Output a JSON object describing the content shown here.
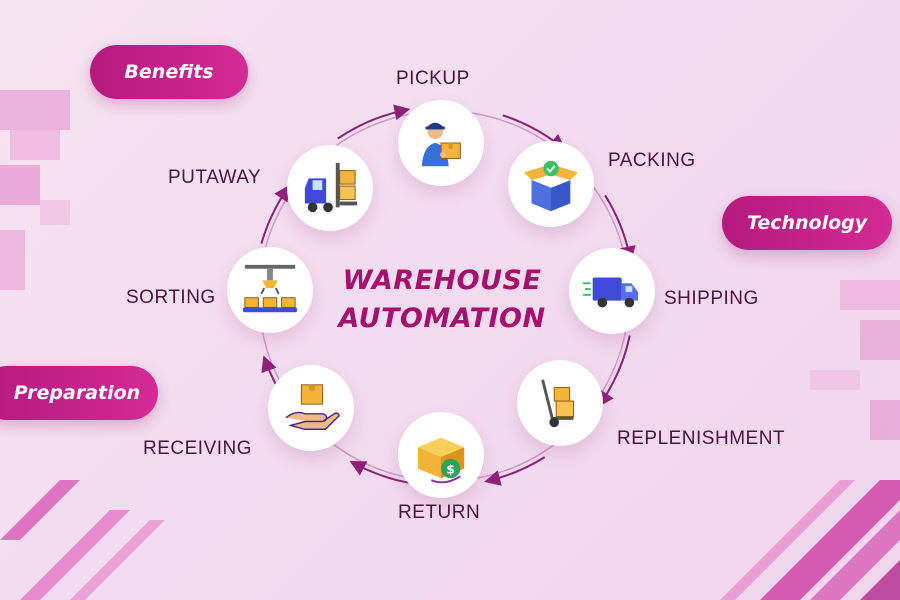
{
  "title": {
    "line1": "WAREHOUSE",
    "line2": "AUTOMATION"
  },
  "pills": {
    "benefits": "Benefits",
    "technology": "Technology",
    "preparation": "Preparation"
  },
  "steps": [
    {
      "label": "PICKUP",
      "icon": "worker-carrying-box-icon"
    },
    {
      "label": "PACKING",
      "icon": "open-box-check-icon"
    },
    {
      "label": "SHIPPING",
      "icon": "delivery-truck-icon"
    },
    {
      "label": "REPLENISHMENT",
      "icon": "hand-truck-icon"
    },
    {
      "label": "RETURN",
      "icon": "box-dollar-return-icon"
    },
    {
      "label": "RECEIVING",
      "icon": "hand-receiving-box-icon"
    },
    {
      "label": "SORTING",
      "icon": "robotic-arm-conveyor-icon"
    },
    {
      "label": "PUTAWAY",
      "icon": "forklift-icon"
    }
  ],
  "colors": {
    "accent": "#b4197f",
    "title": "#a3116c",
    "label": "#4a1342",
    "ring": "#a02a88"
  }
}
